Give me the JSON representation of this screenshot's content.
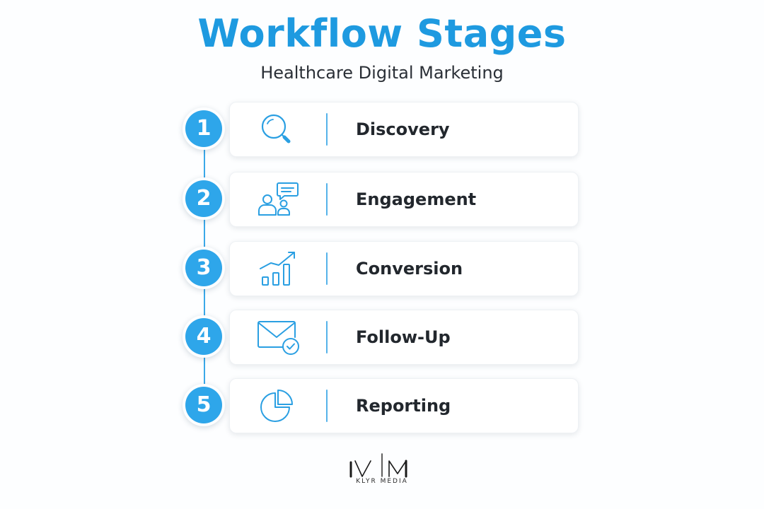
{
  "header": {
    "title": "Workflow Stages",
    "subtitle": "Healthcare Digital Marketing"
  },
  "stages": [
    {
      "number": "1",
      "label": "Discovery",
      "icon": "magnifying-glass-icon"
    },
    {
      "number": "2",
      "label": "Engagement",
      "icon": "people-chat-icon"
    },
    {
      "number": "3",
      "label": "Conversion",
      "icon": "growth-chart-icon"
    },
    {
      "number": "4",
      "label": "Follow-Up",
      "icon": "envelope-check-icon"
    },
    {
      "number": "5",
      "label": "Reporting",
      "icon": "pie-chart-icon"
    }
  ],
  "logo": {
    "name": "KLYR MEDIA"
  },
  "colors": {
    "accent": "#1e9ae0",
    "badge": "#2ea6ea",
    "text": "#22272d",
    "background": "#fdfeff"
  }
}
